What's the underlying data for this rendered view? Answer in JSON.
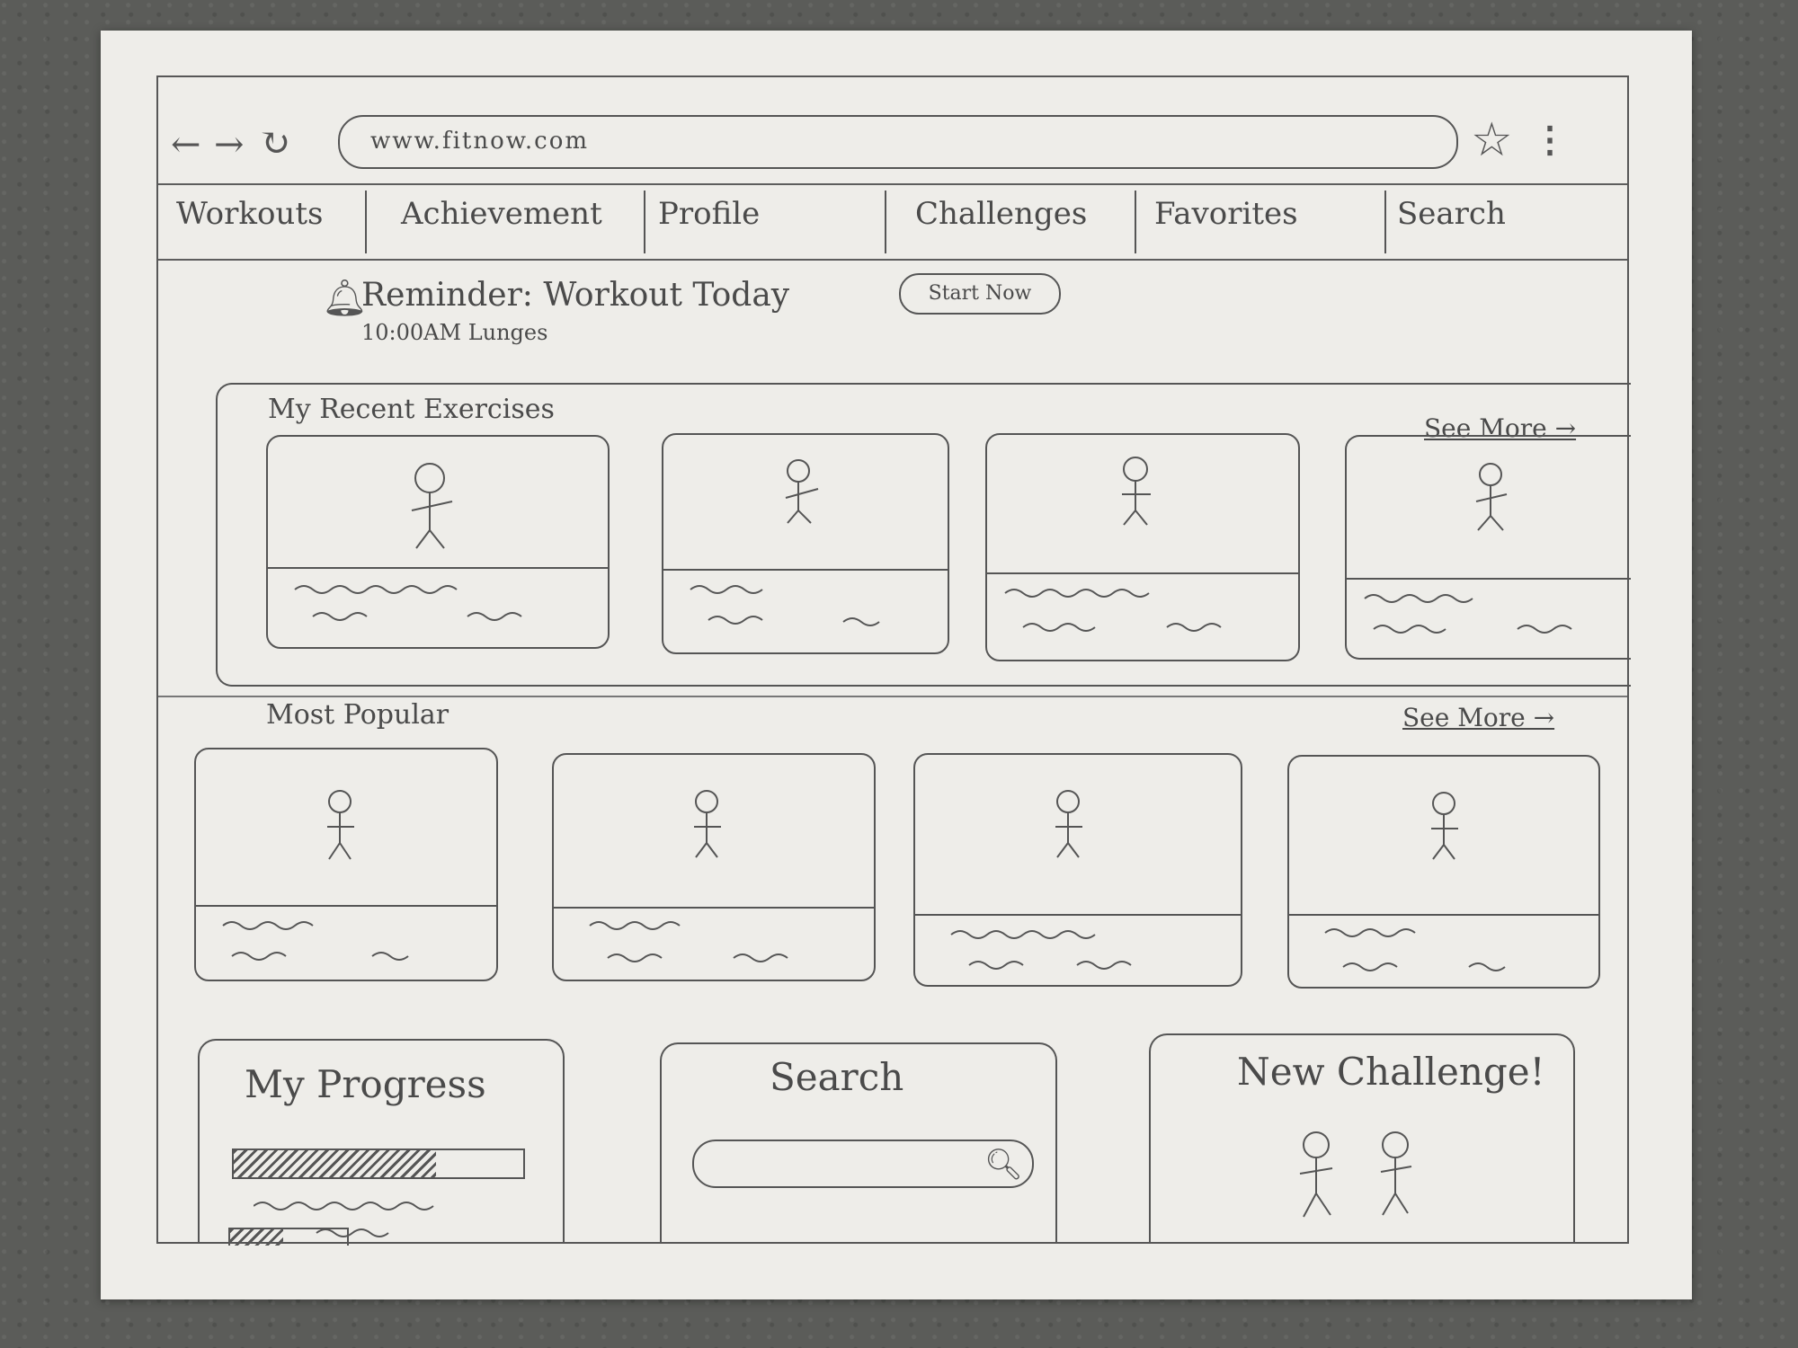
{
  "browser": {
    "url": "www.fitnow.com",
    "back_icon": "arrow-left-icon",
    "forward_icon": "arrow-right-icon",
    "refresh_icon": "refresh-icon",
    "bookmark_icon": "star-icon",
    "menu_icon": "kebab-menu-icon"
  },
  "nav": {
    "tabs": [
      "Workouts",
      "Achievement",
      "Profile",
      "Challenges",
      "Favorites",
      "Search"
    ]
  },
  "reminder": {
    "title": "Reminder: Workout Today",
    "subtitle": "10:00AM Lunges",
    "button": "Start Now"
  },
  "recent": {
    "title": "My Recent Exercises",
    "see_more": "See More →"
  },
  "popular": {
    "title": "Most Popular",
    "see_more": "See More →"
  },
  "progress": {
    "title": "My Progress",
    "bar1_fill": 0.7,
    "bar2_fill": 0.45
  },
  "search_widget": {
    "title": "Search"
  },
  "challenge": {
    "title": "New Challenge!"
  }
}
